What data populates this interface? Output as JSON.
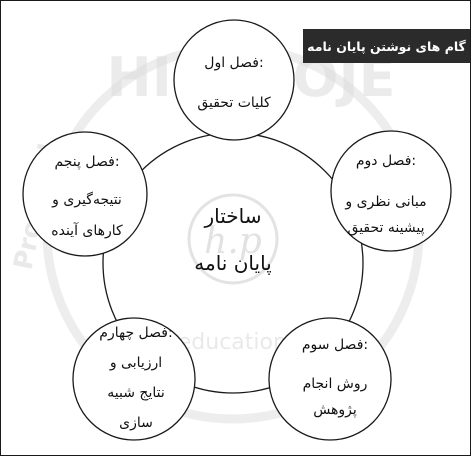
{
  "banner": {
    "title": "گام های نوشتن پایان نامه",
    "bg": "#2b2b2b",
    "fg": "#ffffff"
  },
  "center": {
    "lines": [
      "ساختار",
      "پایان نامه"
    ]
  },
  "nodes": [
    {
      "id": "chapter-1",
      "lines": [
        "فصل اول:",
        "کلیات تحقیق"
      ]
    },
    {
      "id": "chapter-2",
      "lines": [
        "فصل دوم:",
        "مبانی نظری و",
        "پیشینه تحقیق"
      ]
    },
    {
      "id": "chapter-3",
      "lines": [
        "فصل سوم:",
        "روش انجام",
        "پژوهش"
      ]
    },
    {
      "id": "chapter-4",
      "lines": [
        "فصل چهارم:",
        "ارزیابی و",
        "نتایج شبیه",
        "سازی"
      ]
    },
    {
      "id": "chapter-5",
      "lines": [
        "فصل پنجم:",
        "نتیجه‌گیری و",
        "کارهای آینده"
      ]
    }
  ],
  "watermark": {
    "word": "HIPPROJE",
    "ring": "Proposal",
    "logo": "h.p",
    "tagline": "education centre",
    "color": "#d3d3d3"
  }
}
